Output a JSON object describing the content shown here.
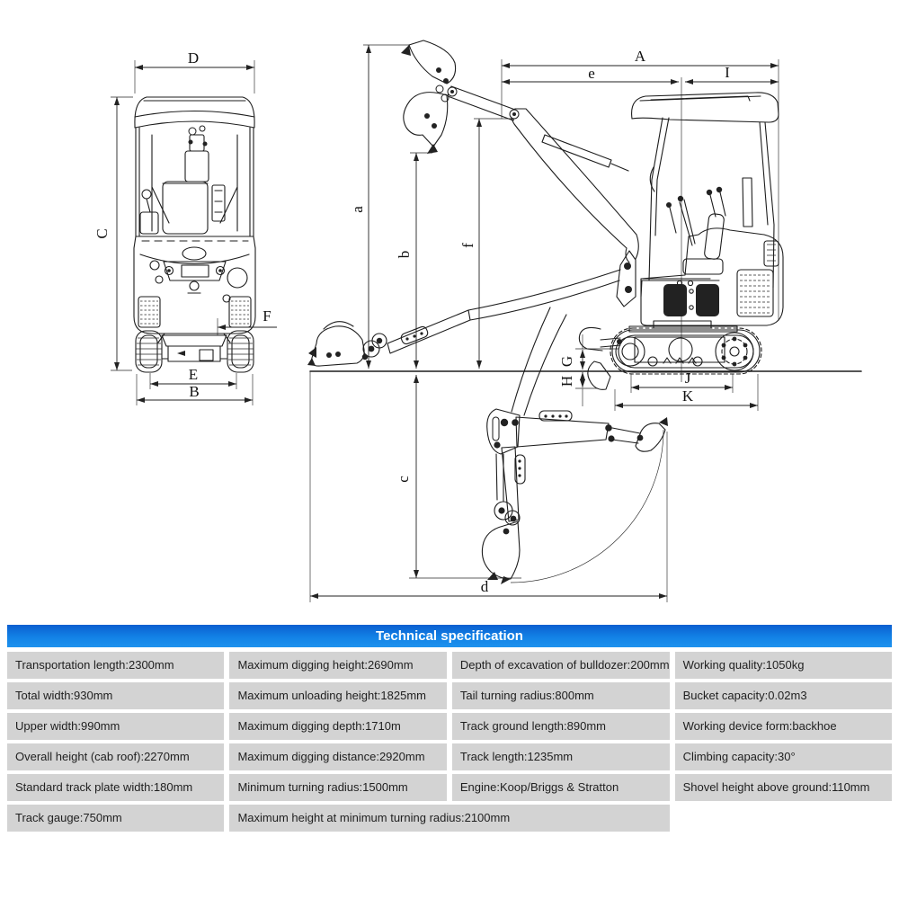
{
  "drawing": {
    "dims": {
      "A": "A",
      "B": "B",
      "C": "C",
      "D": "D",
      "E": "E",
      "F": "F",
      "G": "G",
      "H": "H",
      "I": "I",
      "J": "J",
      "K": "K",
      "a": "a",
      "b": "b",
      "c": "c",
      "d": "d",
      "e": "e",
      "f": "f"
    }
  },
  "table": {
    "header": "Technical specification",
    "col1": [
      "Transportation length:2300mm",
      "Total width:930mm",
      "Upper width:990mm",
      "Overall height (cab roof):2270mm",
      "Standard track plate width:180mm",
      "Track gauge:750mm"
    ],
    "col2": [
      "Maximum digging height:2690mm",
      "Maximum unloading height:1825mm",
      "Maximum digging depth:1710m",
      "Maximum digging distance:2920mm",
      "Minimum turning radius:1500mm",
      "Maximum height at minimum turning radius:2100mm"
    ],
    "col3": [
      "Depth of excavation of bulldozer:200mm",
      "Tail turning radius:800mm",
      "Track ground length:890mm",
      "Track length:1235mm",
      "Engine:Koop/Briggs & Stratton"
    ],
    "col4": [
      "Working quality:1050kg",
      "Bucket capacity:0.02m3",
      "Working device form:backhoe",
      "Climbing capacity:30°",
      "Shovel height above ground:110mm"
    ]
  },
  "colors": {
    "header_blue_top": "#0b5fd0",
    "header_blue_bottom": "#1e92ee",
    "cell_gray": "#d3d3d3",
    "line_art": "#1d1d1d"
  }
}
